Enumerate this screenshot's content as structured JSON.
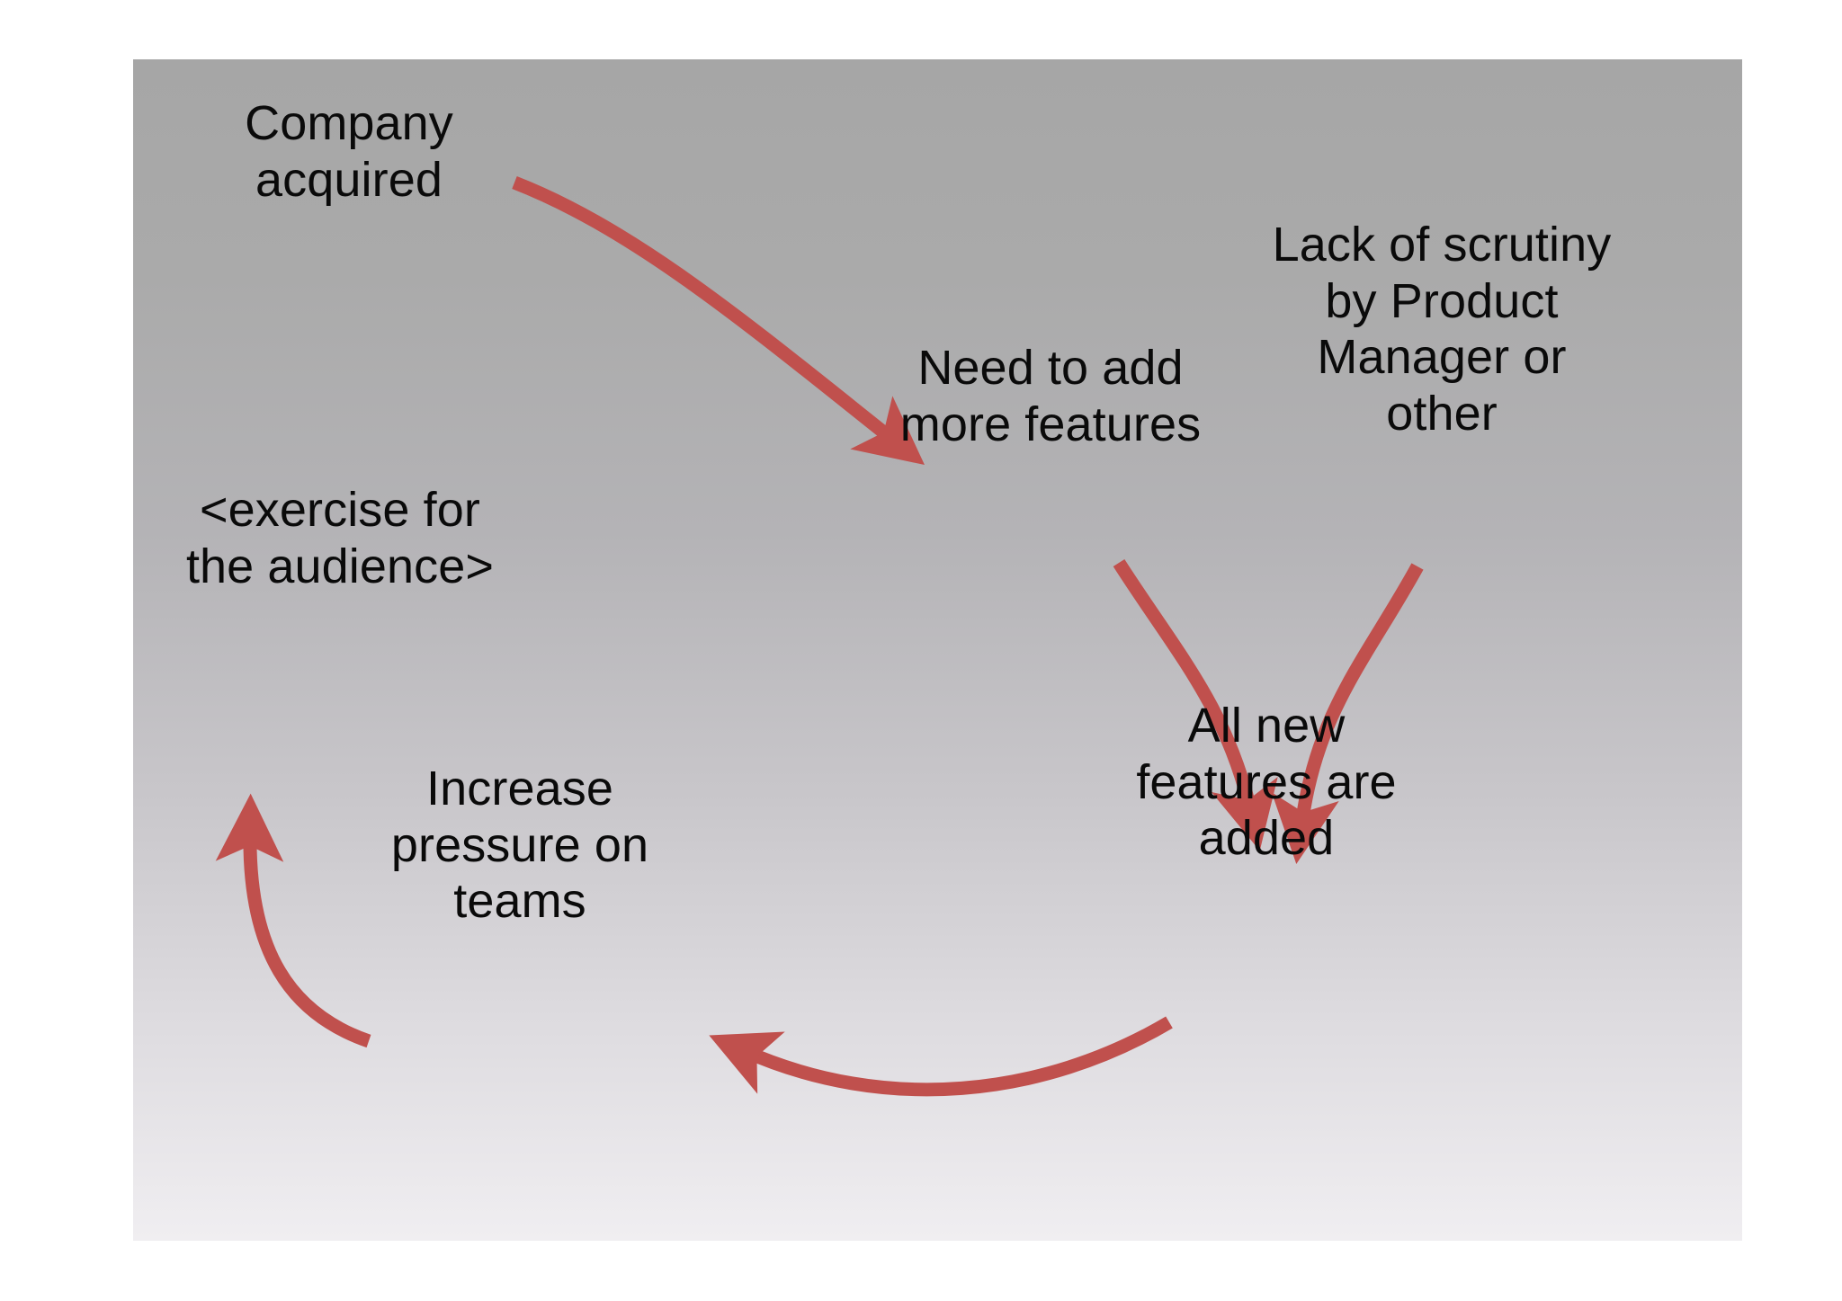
{
  "slide": {
    "background": {
      "gradient_top": "#a6a6a6",
      "gradient_bottom": "#f0eef1",
      "direction": "top-to-bottom"
    },
    "accent_color": "#c0504d",
    "text_color": "#0a0a0a"
  },
  "diagram": {
    "type": "cycle-flow",
    "nodes": [
      {
        "id": "company-acquired",
        "label": "Company\nacquired"
      },
      {
        "id": "need-features",
        "label": "Need to add\nmore features"
      },
      {
        "id": "lack-scrutiny",
        "label": "Lack of scrutiny\nby Product\nManager or\nother"
      },
      {
        "id": "all-new-features",
        "label": "All new\nfeatures are\nadded"
      },
      {
        "id": "increase-pressure",
        "label": "Increase\npressure on\nteams"
      },
      {
        "id": "exercise",
        "label": "<exercise for\nthe audience>"
      }
    ],
    "edges": [
      {
        "id": "edge-company-to-need",
        "from": "company-acquired",
        "to": "need-features"
      },
      {
        "id": "edge-need-to-allnew",
        "from": "need-features",
        "to": "all-new-features"
      },
      {
        "id": "edge-lack-to-allnew",
        "from": "lack-scrutiny",
        "to": "all-new-features"
      },
      {
        "id": "edge-allnew-to-pressure",
        "from": "all-new-features",
        "to": "increase-pressure"
      },
      {
        "id": "edge-pressure-to-exercise",
        "from": "increase-pressure",
        "to": "exercise"
      }
    ]
  }
}
